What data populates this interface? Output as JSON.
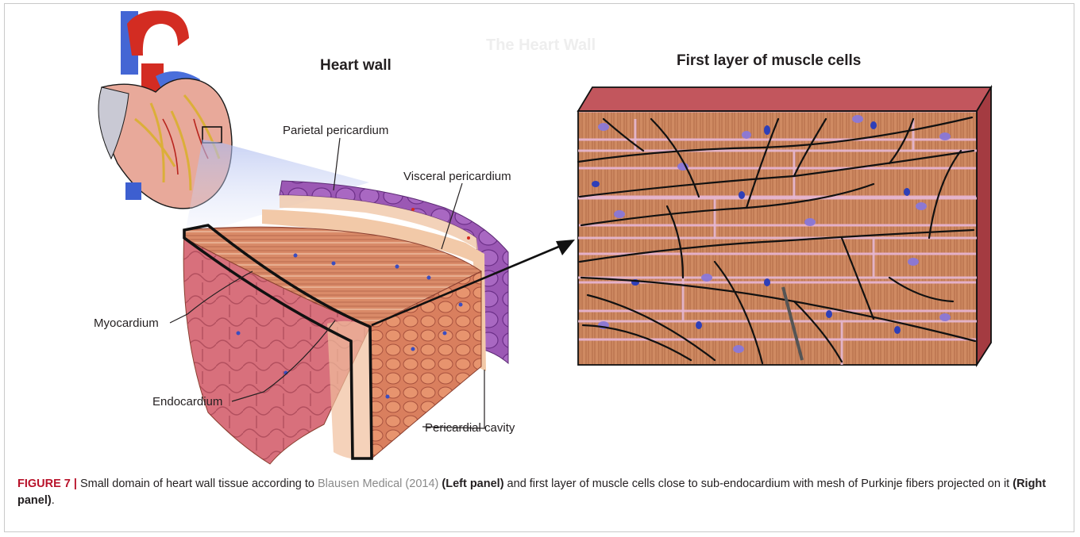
{
  "figure": {
    "watermark_title": "The Heart Wall",
    "left_panel_title": "Heart wall",
    "right_panel_title": "First layer of muscle cells"
  },
  "labels": {
    "parietal": "Parietal pericardium",
    "visceral": "Visceral pericardium",
    "myocardium": "Myocardium",
    "endocardium": "Endocardium",
    "pericardial_cavity": "Pericardial cavity"
  },
  "caption": {
    "figure_label": "FIGURE 7 |",
    "text_1": " Small domain of heart wall tissue according to ",
    "reference": "Blausen Medical (2014)",
    "text_2": " ",
    "left_panel": "(Left panel)",
    "text_3": " and first layer of muscle cells close to sub-endocardium with mesh of Purkinje fibers projected on it ",
    "right_panel": "(Right panel)",
    "text_4": "."
  },
  "colors": {
    "tissue": "#d9707a",
    "muscle": "#d98866",
    "pericardium": "#9c59b5",
    "box_top": "#c2565d",
    "box_side": "#a43b41",
    "vein": "#3d5fd0",
    "artery": "#d42a1f",
    "caption_label": "#b8122a"
  }
}
